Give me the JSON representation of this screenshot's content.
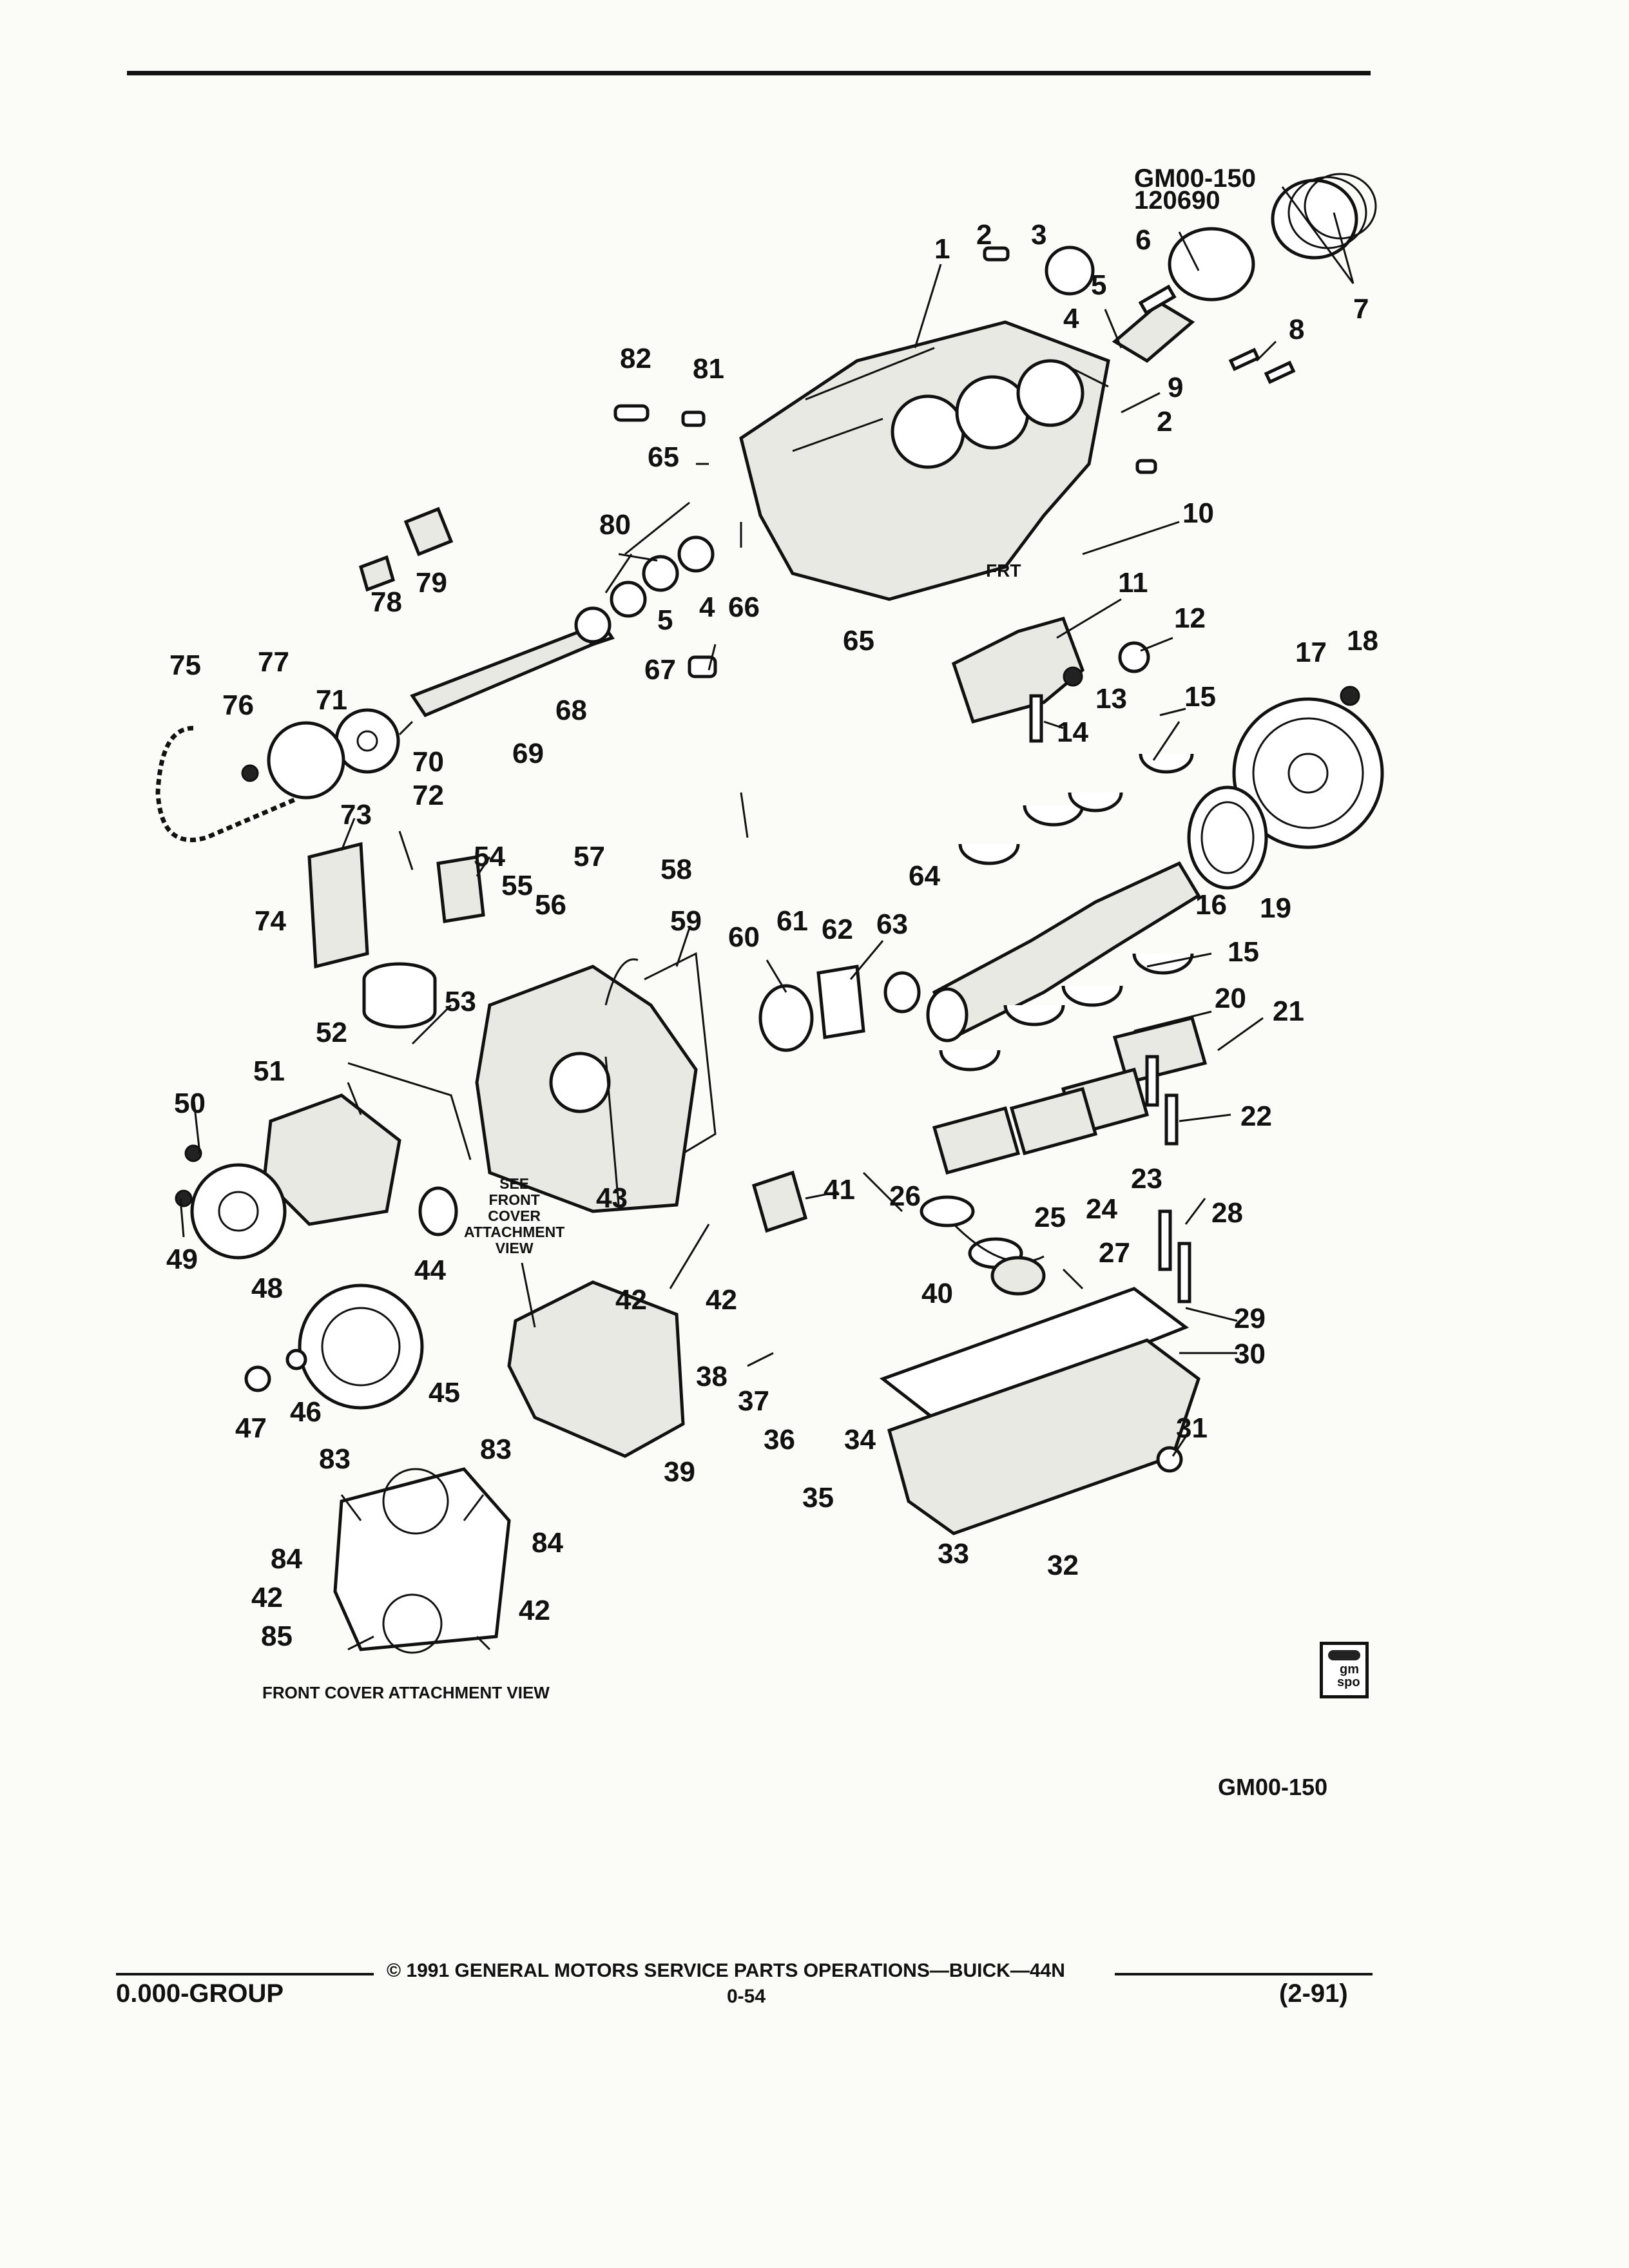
{
  "header": {
    "code": "GM00-150",
    "date": "120690"
  },
  "callouts": [
    "1",
    "2",
    "3",
    "4",
    "5",
    "6",
    "7",
    "8",
    "9",
    "2",
    "10",
    "11",
    "12",
    "13",
    "14",
    "15",
    "17",
    "18",
    "19",
    "16",
    "15",
    "20",
    "21",
    "22",
    "23",
    "24",
    "25",
    "26",
    "27",
    "28",
    "29",
    "30",
    "31",
    "32",
    "33",
    "34",
    "35",
    "36",
    "37",
    "38",
    "39",
    "40",
    "41",
    "42",
    "42",
    "43",
    "44",
    "45",
    "46",
    "47",
    "48",
    "49",
    "50",
    "51",
    "52",
    "53",
    "54",
    "55",
    "56",
    "57",
    "58",
    "59",
    "60",
    "61",
    "62",
    "63",
    "64",
    "65",
    "65",
    "66",
    "4",
    "5",
    "67",
    "68",
    "69",
    "70",
    "71",
    "72",
    "73",
    "74",
    "75",
    "76",
    "77",
    "78",
    "79",
    "80",
    "81",
    "82",
    "83",
    "83",
    "84",
    "84",
    "42",
    "42",
    "85"
  ],
  "labels": {
    "see_front_cover": "SEE\nFRONT\nCOVER\nATTACHMENT\nVIEW",
    "frt": "FRT",
    "front_cover_view": "FRONT COVER ATTACHMENT VIEW"
  },
  "logo": {
    "line1": "gm",
    "line2": "spo"
  },
  "bottom_code": "GM00-150",
  "footer": {
    "group": "0.000-GROUP",
    "copyright": "© 1991 GENERAL MOTORS SERVICE PARTS OPERATIONS—BUICK—44N",
    "page": "0-54",
    "revision": "(2-91)"
  }
}
